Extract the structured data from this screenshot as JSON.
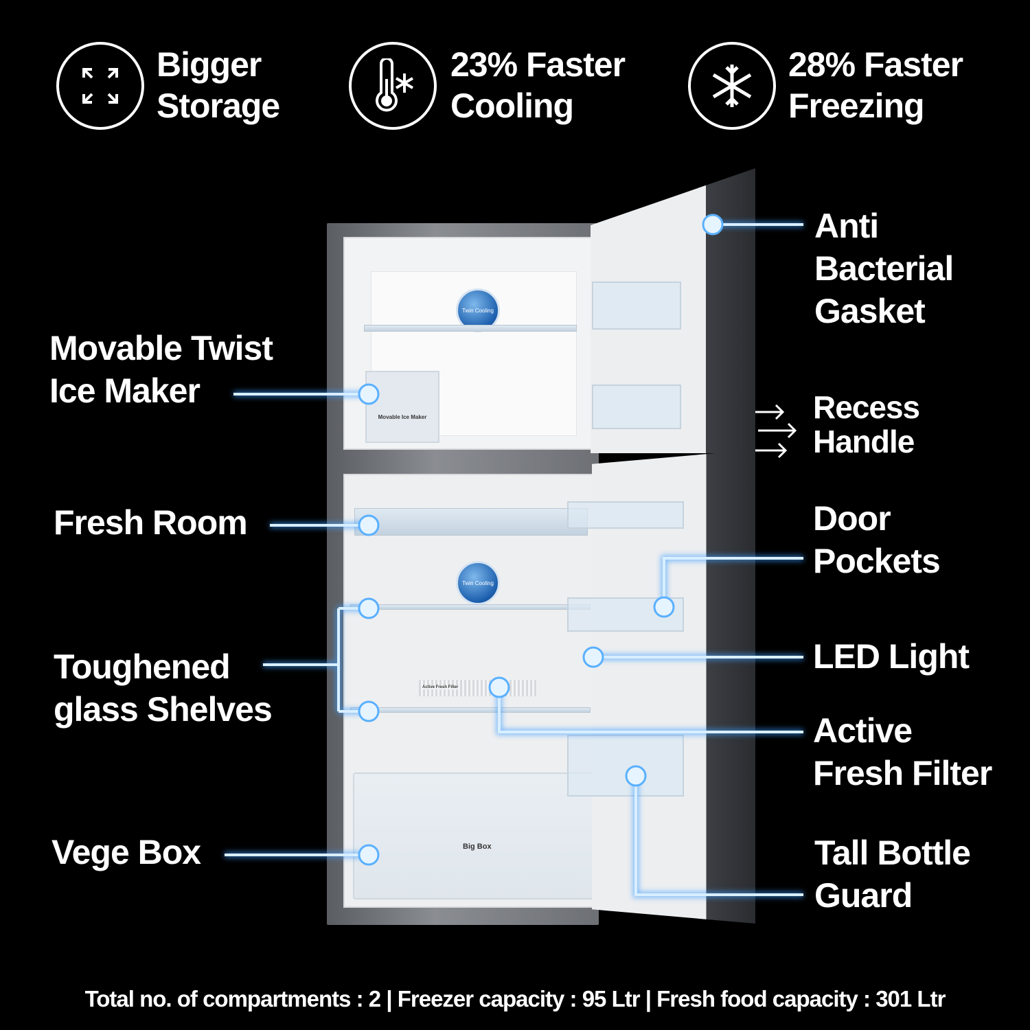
{
  "features": [
    {
      "icon": "expand-arrows-icon",
      "line1": "Bigger",
      "line2": "Storage"
    },
    {
      "icon": "thermometer-snowflake-icon",
      "line1": "23% Faster",
      "line2": "Cooling"
    },
    {
      "icon": "snowflake-icon",
      "line1": "28% Faster",
      "line2": "Freezing"
    }
  ],
  "callouts_left": {
    "ice_maker": [
      "Movable Twist",
      "Ice Maker"
    ],
    "fresh_room": "Fresh Room",
    "shelves": [
      "Toughened",
      "glass Shelves"
    ],
    "vege_box": "Vege Box"
  },
  "callouts_right": {
    "gasket": [
      "Anti",
      "Bacterial",
      "Gasket"
    ],
    "handle": [
      "Recess",
      "Handle"
    ],
    "pockets": [
      "Door",
      "Pockets"
    ],
    "led": "LED Light",
    "filter": [
      "Active",
      "Fresh Filter"
    ],
    "bottle": [
      "Tall Bottle",
      "Guard"
    ]
  },
  "product_labels": {
    "twin_cooling": "Twin Cooling",
    "ice_maker": "Movable Ice Maker",
    "big_box": "Big Box",
    "filter": "Active Fresh Filter"
  },
  "footer": "Total no. of compartments : 2 | Freezer capacity : 95 Ltr | Fresh food capacity : 301 Ltr",
  "colors": {
    "background": "#000000",
    "callout_line": "#bfe3ff",
    "glow": "#3a9cff"
  }
}
